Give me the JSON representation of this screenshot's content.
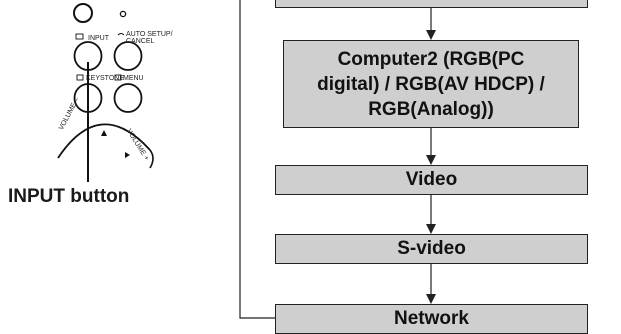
{
  "panel": {
    "input_label": "INPUT",
    "auto_setup_label": "AUTO SETUP/\nCANCEL",
    "keystone_label": "KEYSTONE",
    "menu_label": "MENU",
    "volume_left_label": "VOLUME –",
    "volume_right_label": "VOLUME +"
  },
  "callout": {
    "label": "INPUT button"
  },
  "flow": {
    "boxes": [
      {
        "id": "computer2",
        "label": "Computer2 (RGB(PC\ndigital) / RGB(AV HDCP) /\nRGB(Analog))"
      },
      {
        "id": "video",
        "label": "Video"
      },
      {
        "id": "svideo",
        "label": "S-video"
      },
      {
        "id": "network",
        "label": "Network"
      }
    ]
  },
  "colors": {
    "box_fill": "#cfcfcf",
    "line": "#222222",
    "background": "#ffffff"
  }
}
